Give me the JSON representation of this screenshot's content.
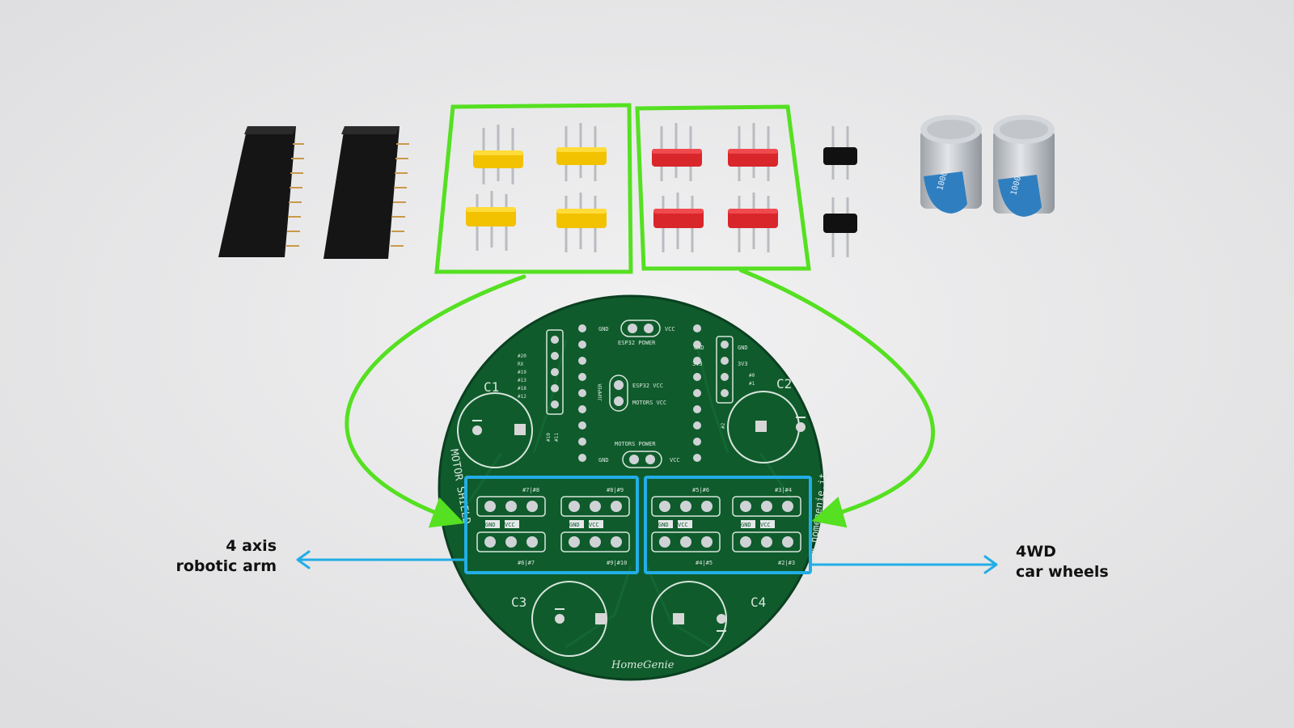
{
  "colors": {
    "background": "#e9e9ea",
    "pcb_green": "#0f5b2c",
    "highlight_green": "#55e021",
    "highlight_cyan": "#22aee6",
    "jumper_yellow": "#f2c200",
    "jumper_red": "#d9262b",
    "jumper_black": "#111111",
    "capacitor_body": "#b9bdc3",
    "capacitor_band": "#2f7fc0"
  },
  "callouts": {
    "arm": [
      "4 axis",
      "robotic arm"
    ],
    "car": [
      "4WD",
      "car wheels"
    ]
  },
  "pcb": {
    "esp32_power": "ESP32 POWER",
    "motors_power": "MOTORS POWER",
    "jumper": "JUMPER",
    "esp32_vcc": "ESP32 VCC",
    "motors_vcc": "MOTORS VCC",
    "gnd": "GND",
    "vcc": "VCC",
    "v3v3": "3V3",
    "c1": "C1",
    "c2": "C2",
    "c3": "C3",
    "c4": "C4",
    "brand": "HomeGenie",
    "site": "www.homegenie.it",
    "edge_text": "MOTOR SHIELD",
    "left_pins": [
      "#20",
      "RX",
      "#19",
      "#13",
      "#18",
      "#12"
    ],
    "right_pins": [
      "#0",
      "#1"
    ],
    "mid_pins": [
      "#10",
      "#11"
    ],
    "top_pins": [
      "#2"
    ],
    "servo_groups": [
      {
        "top": "#7|#8",
        "bottom": "#6|#7"
      },
      {
        "top": "#8|#9",
        "bottom": "#9|#10"
      },
      {
        "top": "#5|#6",
        "bottom": "#4|#5"
      },
      {
        "top": "#3|#4",
        "bottom": "#2|#3"
      }
    ]
  },
  "capacitor_marking": "1000"
}
